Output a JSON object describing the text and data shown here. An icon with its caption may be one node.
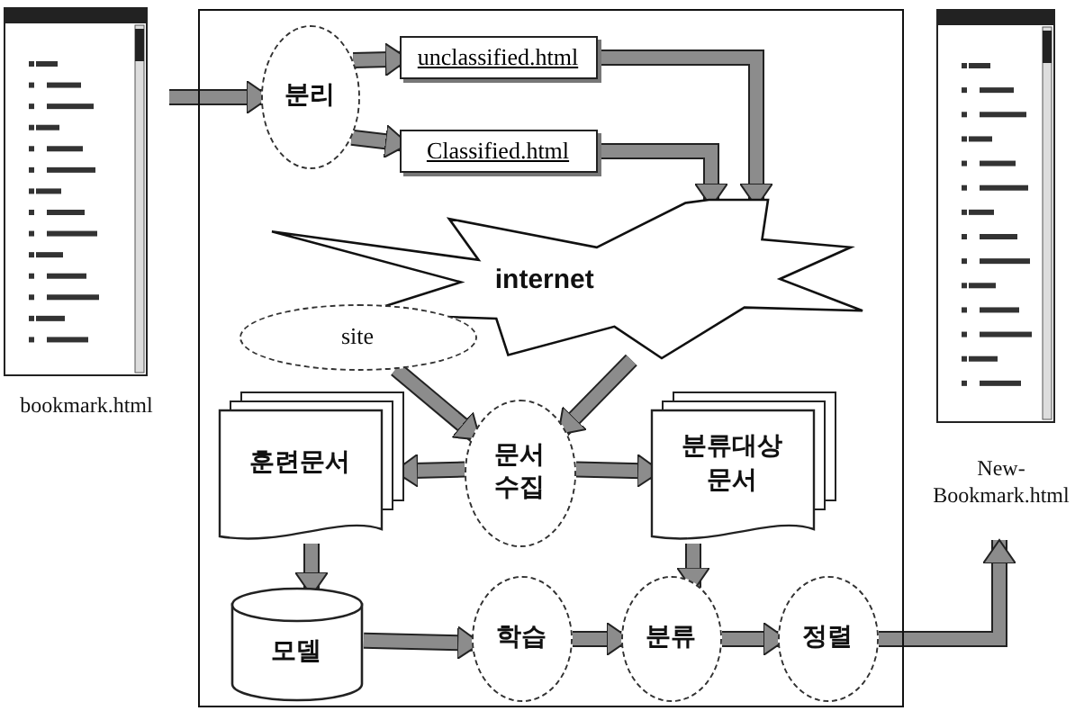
{
  "diagram": {
    "nodes": [
      {
        "text": [],
        "shape": "picture",
        "beside": [
          "bookmark.html"
        ]
      },
      {
        "text": [],
        "shape": "box"
      },
      {
        "text": [
          "분리"
        ],
        "in": 1
      },
      {
        "text": [
          "unclassified.html"
        ],
        "in": 1
      },
      {
        "text": [
          "Classified.html"
        ],
        "in": 1
      },
      {
        "text": [
          "internet"
        ],
        "in": 1
      },
      {
        "text": [
          "site"
        ],
        "in": 1
      },
      {
        "text": [
          "훈련문서"
        ],
        "in": 1
      },
      {
        "text": [
          "문서 수집"
        ],
        "in": 1
      },
      {
        "text": [
          "분류대상 문서"
        ],
        "in": 1
      },
      {
        "text": [
          "모델"
        ],
        "in": 1
      },
      {
        "text": [
          "학습"
        ],
        "in": 1
      },
      {
        "text": [
          "분류"
        ],
        "in": 1
      },
      {
        "text": [
          "정렬"
        ],
        "in": 1
      },
      {
        "text": [],
        "shape": "picture",
        "beside": [
          "New-Bookmark.html"
        ]
      }
    ],
    "edges": [
      {
        "from": 0,
        "to": 2,
        "arrow": "to"
      },
      {
        "from": 2,
        "to": 3,
        "arrow": "to"
      },
      {
        "from": 2,
        "to": 4,
        "arrow": "to"
      },
      {
        "from": 3,
        "to": 5,
        "arrow": "to"
      },
      {
        "from": 4,
        "to": 5,
        "arrow": "to"
      },
      {
        "from": 5,
        "to": 8,
        "arrow": "to"
      },
      {
        "from": 6,
        "to": 8,
        "arrow": "to"
      },
      {
        "from": 8,
        "to": 7,
        "arrow": "to"
      },
      {
        "from": 8,
        "to": 9,
        "arrow": "to"
      },
      {
        "from": 7,
        "to": 10,
        "arrow": "to"
      },
      {
        "from": 9,
        "to": 12,
        "arrow": "to"
      },
      {
        "from": 10,
        "to": 11,
        "arrow": "to"
      },
      {
        "from": 11,
        "to": 12,
        "arrow": "to"
      },
      {
        "from": 12,
        "to": 13,
        "arrow": "to"
      },
      {
        "from": 13,
        "to": 14,
        "arrow": "to"
      }
    ]
  }
}
